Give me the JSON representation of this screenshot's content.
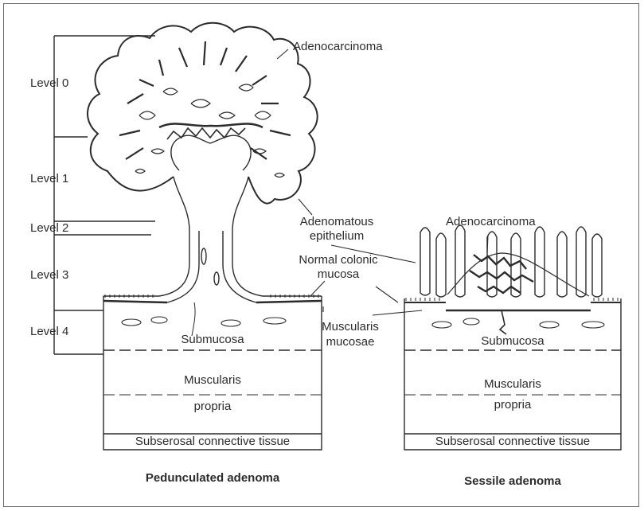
{
  "levels": [
    "Level 0",
    "Level 1",
    "Level 2",
    "Level 3",
    "Level 4"
  ],
  "labels": {
    "adenocarcinoma_left": "Adenocarcinoma",
    "adenocarcinoma_right": "Adenocarcinoma",
    "adenomatous_epithelium_1": "Adenomatous",
    "adenomatous_epithelium_2": "epithelium",
    "normal_mucosa_1": "Normal colonic",
    "normal_mucosa_2": "mucosa",
    "muscularis_mucosae_1": "Muscularis",
    "muscularis_mucosae_2": "mucosae"
  },
  "pedunculated": {
    "submucosa": "Submucosa",
    "muscularis_1": "Muscularis",
    "muscularis_2": "propria",
    "subserosal": "Subserosal connective tissue",
    "caption": "Pedunculated adenoma"
  },
  "sessile": {
    "submucosa": "Submucosa",
    "muscularis_1": "Muscularis",
    "muscularis_2": "propria",
    "subserosal": "Subserosal connective tissue",
    "caption": "Sessile adenoma"
  }
}
